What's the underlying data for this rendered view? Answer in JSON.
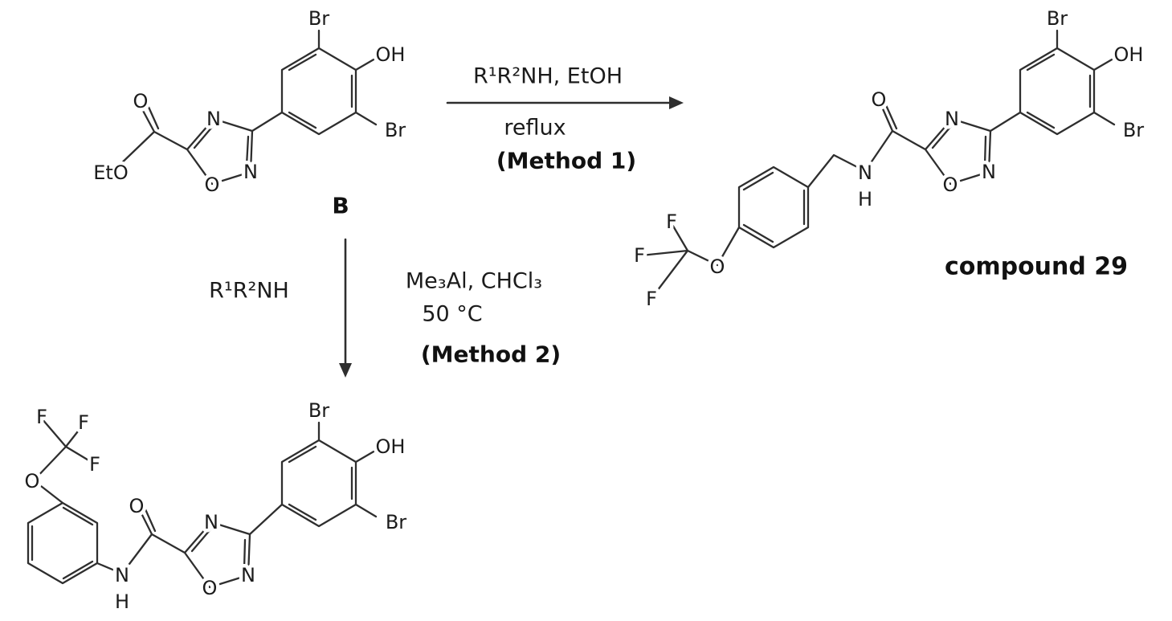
{
  "structures": {
    "b": {
      "label": "B",
      "atoms": {
        "eto": "EtO",
        "carbonyl_o": "O",
        "oxadiazole_n_top": "N",
        "oxadiazole_n_bottom": "N",
        "oxadiazole_o": "O",
        "br_top": "Br",
        "hydroxyl": "OH",
        "br_side": "Br"
      }
    },
    "compound29": {
      "label": "compound 29",
      "atoms": {
        "carbonyl_o": "O",
        "amide_n": "N",
        "amide_h": "H",
        "oxadiazole_n_top": "N",
        "oxadiazole_n_bottom": "N",
        "oxadiazole_o": "O",
        "br_top": "Br",
        "hydroxyl": "OH",
        "br_side": "Br",
        "ether_o": "O",
        "f_1": "F",
        "f_2": "F",
        "f_3": "F"
      }
    },
    "anilide_product": {
      "atoms": {
        "carbonyl_o": "O",
        "amide_n": "N",
        "amide_h": "H",
        "oxadiazole_n_top": "N",
        "oxadiazole_n_bottom": "N",
        "oxadiazole_o": "O",
        "br_top": "Br",
        "hydroxyl": "OH",
        "br_side": "Br",
        "ether_o": "O",
        "f_1": "F",
        "f_2": "F",
        "f_3": "F"
      }
    }
  },
  "reactions": {
    "method1": {
      "reagents": "R¹R²NH, EtOH",
      "conditions": "reflux",
      "label": "(Method 1)"
    },
    "method2": {
      "amine": "R¹R²NH",
      "reagents": "Me₃Al, CHCl₃",
      "temperature": "50 °C",
      "label": "(Method 2)"
    }
  }
}
